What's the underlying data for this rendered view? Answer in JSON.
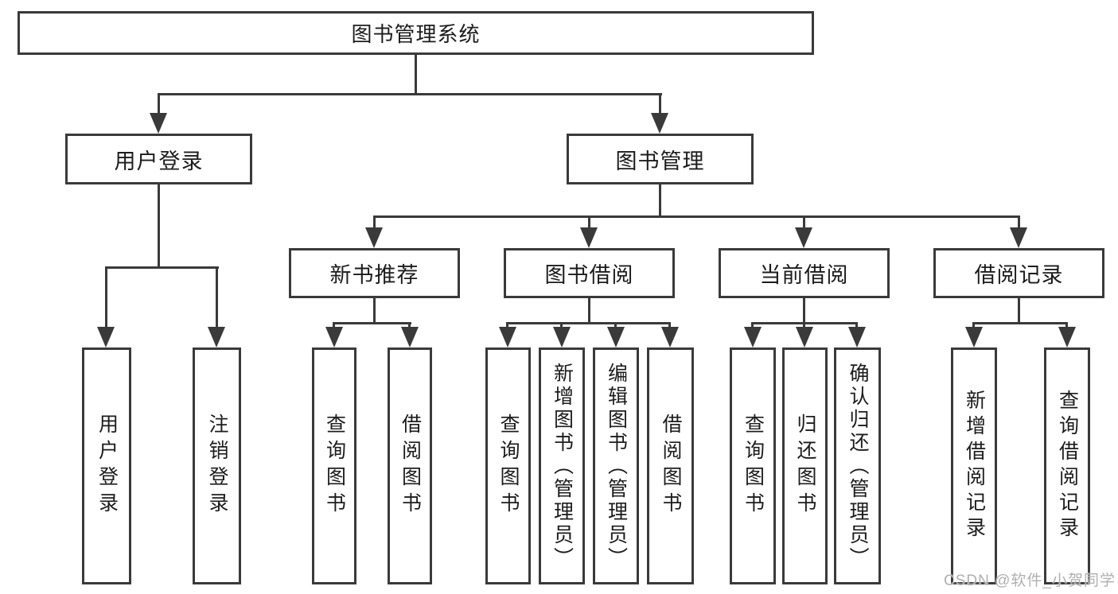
{
  "tree": {
    "label": "图书管理系统",
    "children": [
      {
        "label": "用户登录",
        "children": [
          {
            "label": "用户登录"
          },
          {
            "label": "注销登录"
          }
        ]
      },
      {
        "label": "图书管理",
        "children": [
          {
            "label": "新书推荐",
            "children": [
              {
                "label": "查询图书"
              },
              {
                "label": "借阅图书"
              }
            ]
          },
          {
            "label": "图书借阅",
            "children": [
              {
                "label": "查询图书"
              },
              {
                "label": "新增图书（管理员）"
              },
              {
                "label": "编辑图书（管理员）"
              },
              {
                "label": "借阅图书"
              }
            ]
          },
          {
            "label": "当前借阅",
            "children": [
              {
                "label": "查询图书"
              },
              {
                "label": "归还图书"
              },
              {
                "label": "确认归还（管理员）"
              }
            ]
          },
          {
            "label": "借阅记录",
            "children": [
              {
                "label": "新增借阅记录"
              },
              {
                "label": "查询借阅记录"
              }
            ]
          }
        ]
      }
    ]
  },
  "watermark": {
    "text": "CSDN @软件_小贺同学"
  },
  "colors": {
    "line": "#3a3a3a",
    "text": "#1c1c1c",
    "background": "#ffffff",
    "watermark": "#b0b0b0"
  }
}
